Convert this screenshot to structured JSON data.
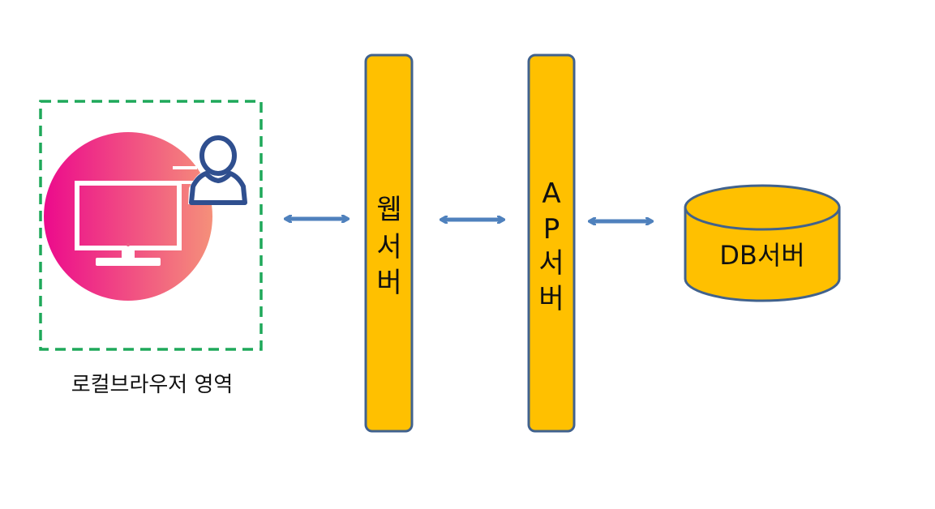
{
  "local_area": {
    "caption": "로컬브라우저 영역",
    "computer_icon": "monitor-icon",
    "user_icon": "user-icon"
  },
  "servers": [
    {
      "id": "web",
      "label_chars": [
        "웹",
        "서",
        "버"
      ]
    },
    {
      "id": "ap",
      "label_chars": [
        "A",
        "P",
        "서",
        "버"
      ]
    }
  ],
  "database": {
    "label": "DB서버",
    "icon": "database-cylinder"
  },
  "colors": {
    "server_fill": "#FFC000",
    "server_stroke": "#41628D",
    "arrow": "#4F81BD",
    "dashed_border": "#1FA85A",
    "gradient_start": "#EC0A8C",
    "gradient_end": "#F5907A"
  }
}
